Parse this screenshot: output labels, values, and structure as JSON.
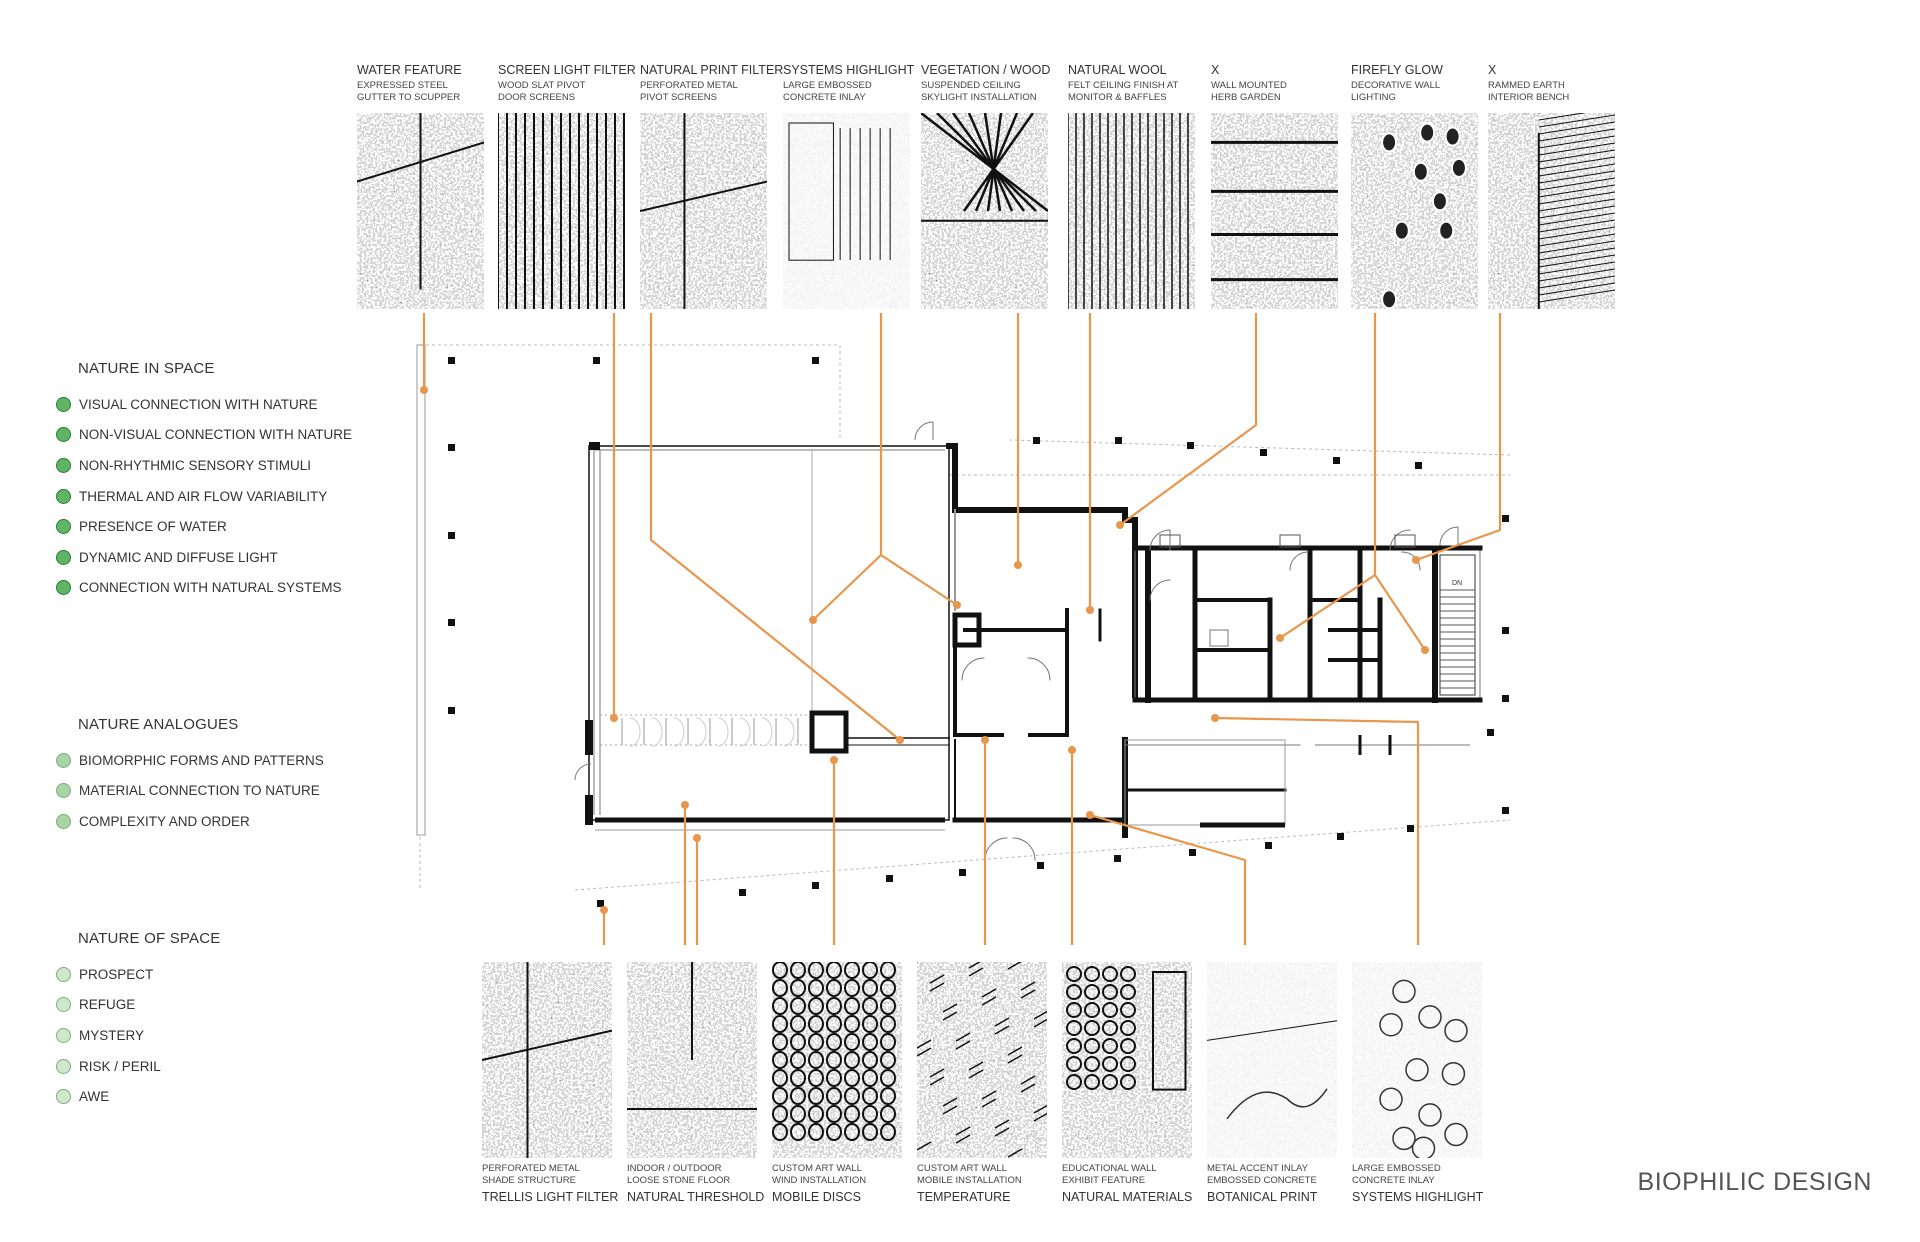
{
  "title": "BIOPHILIC DESIGN",
  "colors": {
    "accent": "#e8964c",
    "nature_in_space_dot": "#5fb466",
    "nature_analogues_dot": "#a8d4a6",
    "nature_of_space_dot": "#cfe8cc",
    "wall": "#111111"
  },
  "legend": [
    {
      "heading": "NATURE IN SPACE",
      "dot_color": "#5fb466",
      "items": [
        "VISUAL CONNECTION WITH NATURE",
        "NON-VISUAL CONNECTION WITH NATURE",
        "NON-RHYTHMIC SENSORY STIMULI",
        "THERMAL AND AIR FLOW VARIABILITY",
        "PRESENCE OF WATER",
        "DYNAMIC AND DIFFUSE LIGHT",
        "CONNECTION WITH NATURAL SYSTEMS"
      ]
    },
    {
      "heading": "NATURE ANALOGUES",
      "dot_color": "#a8d4a6",
      "items": [
        "BIOMORPHIC FORMS AND PATTERNS",
        "MATERIAL CONNECTION TO NATURE",
        "COMPLEXITY AND ORDER"
      ]
    },
    {
      "heading": "NATURE OF SPACE",
      "dot_color": "#cfe8cc",
      "items": [
        "PROSPECT",
        "REFUGE",
        "MYSTERY",
        "RISK / PERIL",
        "AWE"
      ]
    }
  ],
  "top_photos": [
    {
      "title": "WATER FEATURE",
      "sub": [
        "EXPRESSED STEEL",
        "GUTTER TO SCUPPER"
      ],
      "texture": "building-corner"
    },
    {
      "title": "SCREEN LIGHT FILTER",
      "sub": [
        "WOOD SLAT PIVOT",
        "DOOR SCREENS"
      ],
      "texture": "vertical-slats"
    },
    {
      "title": "NATURAL PRINT FILTER",
      "sub": [
        "PERFORATED METAL",
        "PIVOT SCREENS"
      ],
      "texture": "perforated"
    },
    {
      "title": "SYSTEMS HIGHLIGHT",
      "sub": [
        "LARGE EMBOSSED",
        "CONCRETE INLAY"
      ],
      "texture": "corridor"
    },
    {
      "title": "VEGETATION / WOOD",
      "sub": [
        "SUSPENDED CEILING",
        "SKYLIGHT INSTALLATION"
      ],
      "texture": "branches"
    },
    {
      "title": "NATURAL WOOL",
      "sub": [
        "FELT CEILING FINISH AT",
        "MONITOR & BAFFLES"
      ],
      "texture": "ceiling"
    },
    {
      "title": "X",
      "sub": [
        "WALL  MOUNTED",
        "HERB GARDEN"
      ],
      "texture": "shelves"
    },
    {
      "title": "FIREFLY GLOW",
      "sub": [
        "DECORATIVE WALL",
        "LIGHTING"
      ],
      "texture": "sconces"
    },
    {
      "title": "X",
      "sub": [
        "RAMMED EARTH",
        "INTERIOR BENCH"
      ],
      "texture": "rammed-earth"
    }
  ],
  "bottom_photos": [
    {
      "title": "TRELLIS LIGHT FILTER",
      "sub": [
        "PERFORATED METAL",
        "SHADE STRUCTURE"
      ],
      "texture": "perforated"
    },
    {
      "title": "NATURAL THRESHOLD",
      "sub": [
        "INDOOR / OUTDOOR",
        "LOOSE STONE FLOOR"
      ],
      "texture": "stones"
    },
    {
      "title": "MOBILE DISCS",
      "sub": [
        "CUSTOM ART WALL",
        "WIND INSTALLATION"
      ],
      "texture": "discs"
    },
    {
      "title": "TEMPERATURE",
      "sub": [
        "CUSTOM ART WALL",
        "MOBILE INSTALLATION"
      ],
      "texture": "feathers"
    },
    {
      "title": "NATURAL MATERIALS",
      "sub": [
        "EDUCATIONAL WALL",
        "EXHIBIT FEATURE"
      ],
      "texture": "exhibit"
    },
    {
      "title": "BOTANICAL PRINT",
      "sub": [
        "METAL ACCENT INLAY",
        "EMBOSSED CONCRETE"
      ],
      "texture": "botanical"
    },
    {
      "title": "SYSTEMS HIGHLIGHT",
      "sub": [
        "LARGE EMBOSSED",
        "CONCRETE INLAY"
      ],
      "texture": "circles"
    }
  ],
  "plan": {
    "stair_label": "DN"
  }
}
